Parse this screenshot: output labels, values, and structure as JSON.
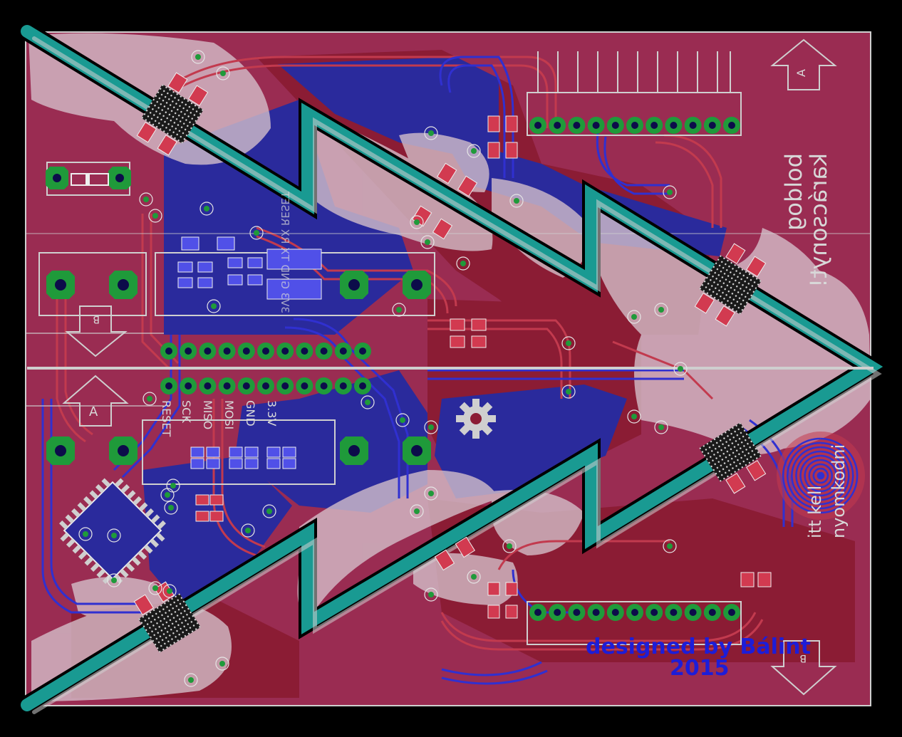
{
  "colors": {
    "background": "#000000",
    "board": "#9a2c52",
    "top_copper": "#8b1c34",
    "bottom_copper": "#2a2a9c",
    "trace_red": "#c23a4e",
    "trace_blue": "#3030d0",
    "pad_green": "#1f9a3a",
    "teal_trace": "#199a92",
    "silkscreen": "#d8d8d8",
    "keepout": "#d6c2cc"
  },
  "labels": {
    "flipped_top_1": "boldog",
    "flipped_top_2": "karácsonyt!",
    "flipped_right_1": "itt kell",
    "flipped_right_2": "nyomkodni",
    "signature_1": "designed by Bálint",
    "signature_2": "2015",
    "marker_a": "A",
    "marker_b": "B",
    "pin_reset": "RESET",
    "pin_sck": "SCK",
    "pin_miso": "MISO",
    "pin_mosi": "MOSI",
    "pin_gnd": "GND",
    "pin_33v": "3.3V",
    "flipped_pins": "3V3 GND TX RX RESET"
  },
  "icons": {
    "logo": "open-hardware-gear-icon",
    "touch_pad": "spiral-touch-pad-icon",
    "arrow_up": "up-arrow-marker-icon",
    "arrow_down": "down-arrow-marker-icon"
  }
}
